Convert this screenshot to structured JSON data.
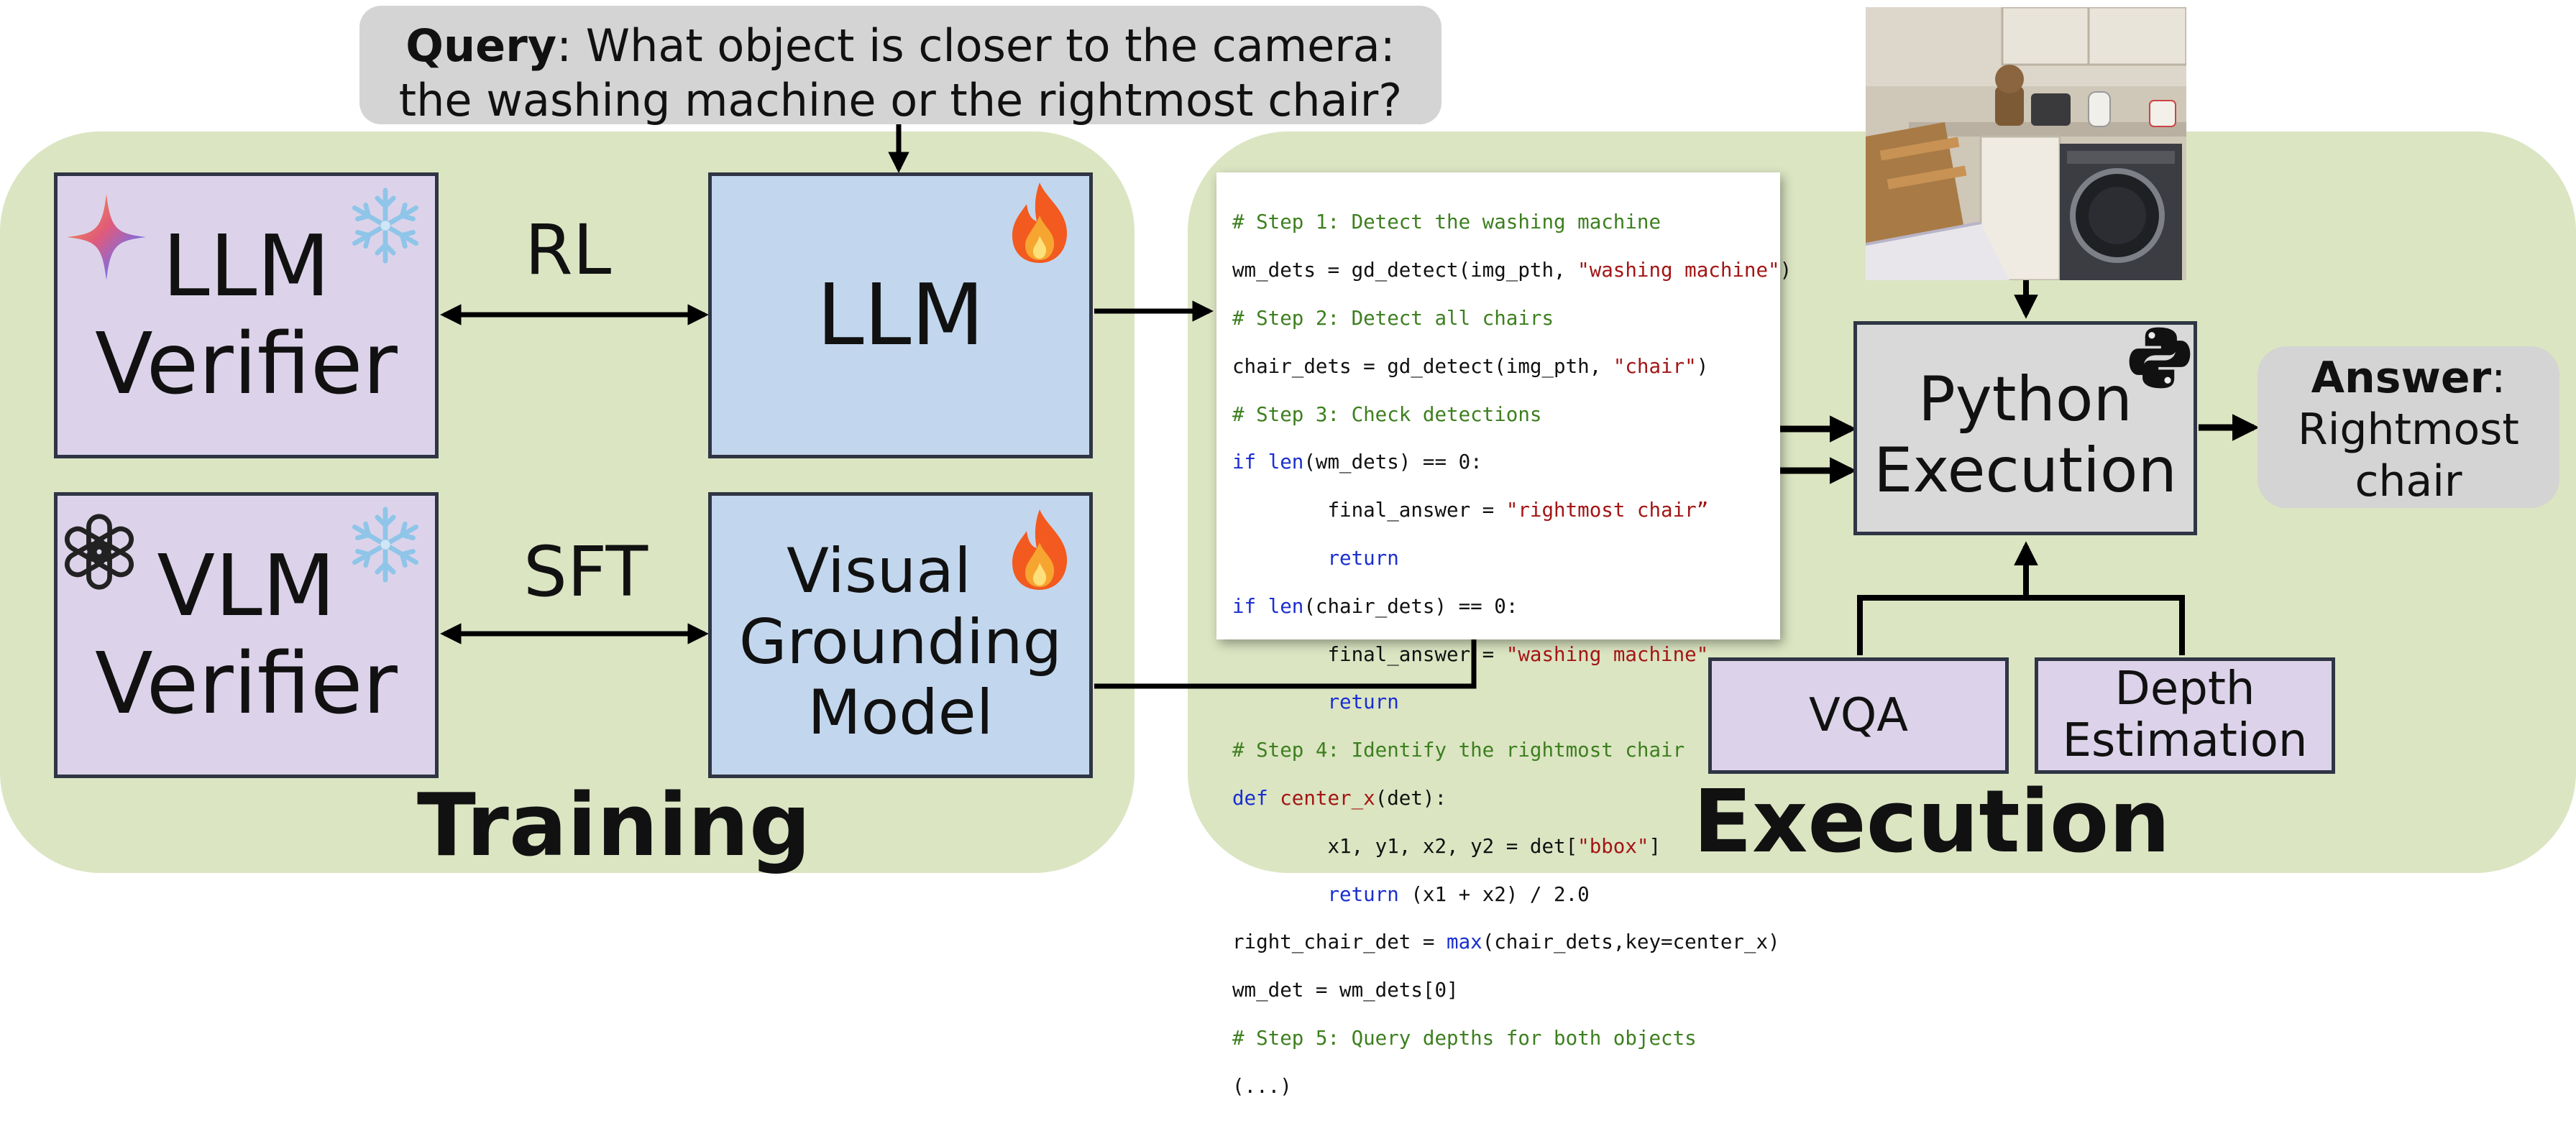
{
  "query": {
    "label": "Query",
    "text_line1": ": What object is closer to the camera:",
    "text_line2": "the washing machine or the rightmost chair?"
  },
  "training": {
    "title": "Training",
    "llm_verifier": {
      "line1": "LLM",
      "line2": "Verifier"
    },
    "vlm_verifier": {
      "line1": "VLM",
      "line2": "Verifier"
    },
    "llm": {
      "label": "LLM"
    },
    "visual_grounding": {
      "line1": "Visual",
      "line2": "Grounding",
      "line3": "Model"
    },
    "rl_label": "RL",
    "sft_label": "SFT"
  },
  "execution": {
    "title": "Execution",
    "python": {
      "line1": "Python",
      "line2": "Execution"
    },
    "vqa": "VQA",
    "depth": {
      "line1": "Depth",
      "line2": "Estimation"
    },
    "answer": {
      "label": "Answer",
      "suffix": ":",
      "line1": "Rightmost",
      "line2": "chair"
    }
  },
  "code": {
    "l1": "# Step 1: Detect the washing machine",
    "l2a": "wm_dets = gd_detect(img_pth, ",
    "l2b": "\"washing machine\"",
    "l2c": ")",
    "l3": "# Step 2: Detect all chairs",
    "l4a": "chair_dets = gd_detect(img_pth, ",
    "l4b": "\"chair\"",
    "l4c": ")",
    "l5": "# Step 3: Check detections",
    "l6a": "if",
    "l6b": " ",
    "l6c": "len",
    "l6d": "(wm_dets) == 0:",
    "l7a": "        final_answer = ",
    "l7b": "\"rightmost chair”",
    "l8a": "        ",
    "l8b": "return",
    "l9a": "if",
    "l9b": " ",
    "l9c": "len",
    "l9d": "(chair_dets) == 0:",
    "l10a": "        final_answer = ",
    "l10b": "\"washing machine\"",
    "l11a": "        ",
    "l11b": "return",
    "l12": "# Step 4: Identify the rightmost chair",
    "l13a": "def",
    "l13b": " ",
    "l13c": "center_x",
    "l13d": "(det):",
    "l14a": "        x1, y1, x2, y2 = det[",
    "l14b": "\"bbox\"",
    "l14c": "]",
    "l15a": "        ",
    "l15b": "return",
    "l15c": " (x1 + x2) / 2.0",
    "l16a": "right_chair_det = ",
    "l16b": "max",
    "l16c": "(chair_dets,key=center_x)",
    "l17": "wm_det = wm_dets[0]",
    "l18": "# Step 5: Query depths for both objects",
    "l19": "(...)"
  },
  "colors": {
    "panel": "#dbe5c2",
    "purple_box": "#dcd3ea",
    "blue_box": "#c2d7ee",
    "grey_box": "#d9d9d9",
    "comment": "#3d7f1f",
    "keyword": "#1a2ed0",
    "string": "#a31515"
  },
  "icons": [
    "gemini-star-icon",
    "snowflake-icon",
    "fire-icon",
    "openai-logo-icon",
    "python-logo-icon"
  ]
}
